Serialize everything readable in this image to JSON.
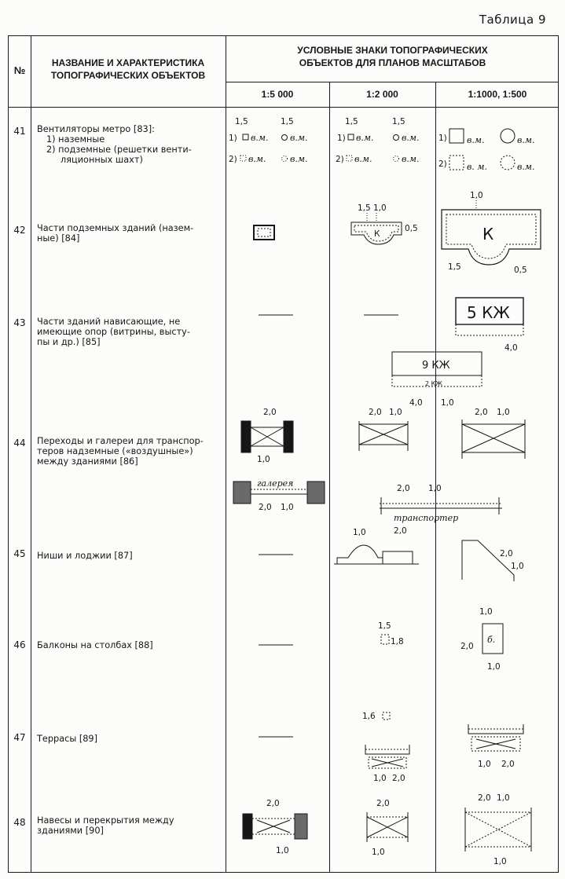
{
  "page_label": "Таблица 9",
  "header": {
    "num_col": "№",
    "name_col": [
      "НАЗВАНИЕ И ХАРАКТЕРИСТИКА",
      "ТОПОГРАФИЧЕСКИХ ОБЪЕКТОВ"
    ],
    "signs_col": [
      "УСЛОВНЫЕ ЗНАКИ ТОПОГРАФИЧЕСКИХ",
      "ОБЪЕКТОВ ДЛЯ ПЛАНОВ МАСШТАБОВ"
    ],
    "scales": [
      "1:5 000",
      "1:2 000",
      "1:1000, 1:500"
    ]
  },
  "rows": [
    {
      "num": "41",
      "name": [
        "Вентиляторы метро [83]:",
        "1) наземные",
        "2) подземные (решетки венти-",
        "ляционных шахт)"
      ],
      "labels": {
        "dim": "1,5",
        "p1": "1)",
        "p2": "2)",
        "vm": "в.м.",
        "vm_sp": "в. м."
      }
    },
    {
      "num": "42",
      "name": [
        "Части подземных зданий (назем-",
        "ные) [84]"
      ],
      "labels": {
        "d15": "1,5",
        "d10": "1,0",
        "d05": "0,5",
        "k": "К",
        "k_big": "К"
      }
    },
    {
      "num": "43",
      "name": [
        "Части зданий нависающие, не",
        "имеющие опор (витрины, высту-",
        "пы и др.) [85]"
      ],
      "labels": {
        "kzh5": "5 КЖ",
        "kzh9": "9 КЖ",
        "kzh2": "2 КЖ",
        "d40": "4,0",
        "d10": "1,0"
      }
    },
    {
      "num": "44",
      "name": [
        "Переходы и галереи для транспор-",
        "теров надземные («воздушные»)",
        "между зданиями [86]"
      ],
      "labels": {
        "d20": "2,0",
        "d10": "1,0",
        "gallery": "галерея",
        "conveyor": "транспортер"
      }
    },
    {
      "num": "45",
      "name": [
        "Ниши и лоджии [87]"
      ],
      "labels": {
        "d10": "1,0",
        "d20": "2,0"
      }
    },
    {
      "num": "46",
      "name": [
        "Балконы на столбах [88]"
      ],
      "labels": {
        "d15": "1,5",
        "d18": "1,8",
        "d10": "1,0",
        "d20": "2,0",
        "b": "б."
      }
    },
    {
      "num": "47",
      "name": [
        "Террасы [89]"
      ],
      "labels": {
        "d16": "1,6",
        "d10": "1,0",
        "d20": "2,0"
      }
    },
    {
      "num": "48",
      "name": [
        "Навесы и перекрытия между",
        "зданиями [90]"
      ],
      "labels": {
        "d20": "2,0",
        "d10": "1,0"
      }
    }
  ]
}
